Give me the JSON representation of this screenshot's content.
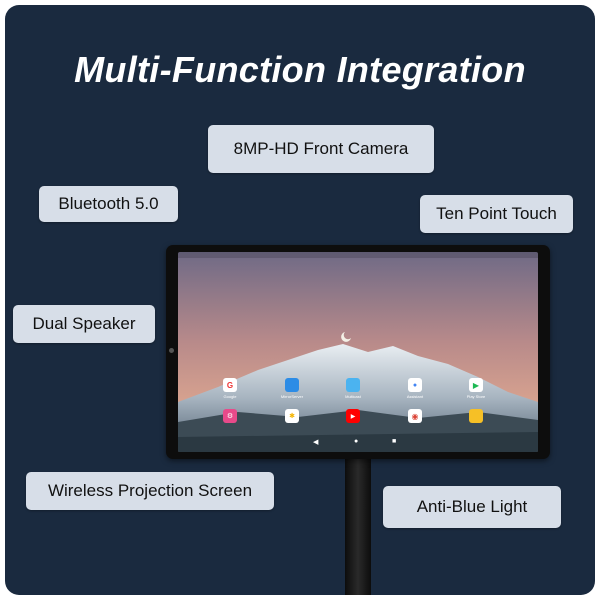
{
  "title": "Multi-Function Integration",
  "features": {
    "camera": "8MP-HD Front Camera",
    "bluetooth": "Bluetooth 5.0",
    "touch": "Ten Point Touch",
    "speaker": "Dual Speaker",
    "projection": "Wireless Projection Screen",
    "antiblue": "Anti-Blue Light"
  },
  "home_screen": {
    "apps_row1": [
      "Google",
      "MirrorServer",
      "Multicast",
      "Assistant",
      "Play Store"
    ],
    "apps_row2": [
      "Settings",
      "Photos",
      "YouTube",
      "Chrome",
      "Files"
    ]
  },
  "colors": {
    "background": "#1a2a3f",
    "tag": "#d7dee8"
  }
}
